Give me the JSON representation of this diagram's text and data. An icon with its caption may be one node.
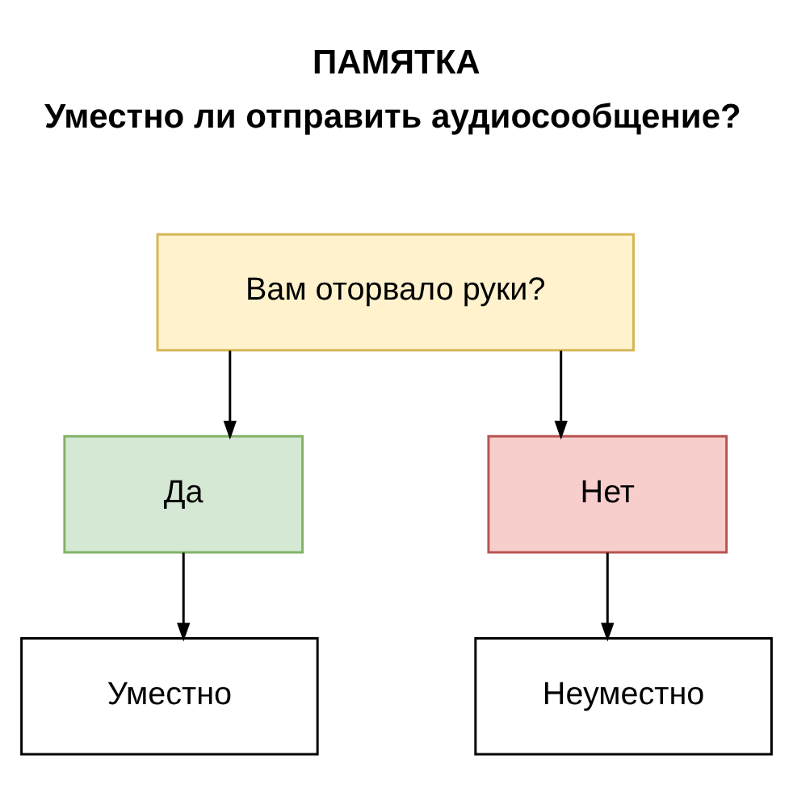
{
  "diagram": {
    "title": "ПАМЯТКА",
    "nodes": [
      {
        "text": [
          "Вам оторвало руки?"
        ]
      },
      {
        "text": [
          "Да"
        ]
      },
      {
        "text": [
          "Нет"
        ]
      },
      {
        "text": [
          "Уместно"
        ]
      },
      {
        "text": [
          "Неуместно"
        ]
      }
    ],
    "edges": [
      {
        "from": 0,
        "to": 1,
        "arrow": "to"
      },
      {
        "from": 0,
        "to": 2,
        "arrow": "to"
      },
      {
        "from": 1,
        "to": 3,
        "arrow": "to"
      },
      {
        "from": 2,
        "to": 4,
        "arrow": "to"
      }
    ],
    "labels": [
      "Уместно ли отправить аудиосообщение?"
    ]
  }
}
